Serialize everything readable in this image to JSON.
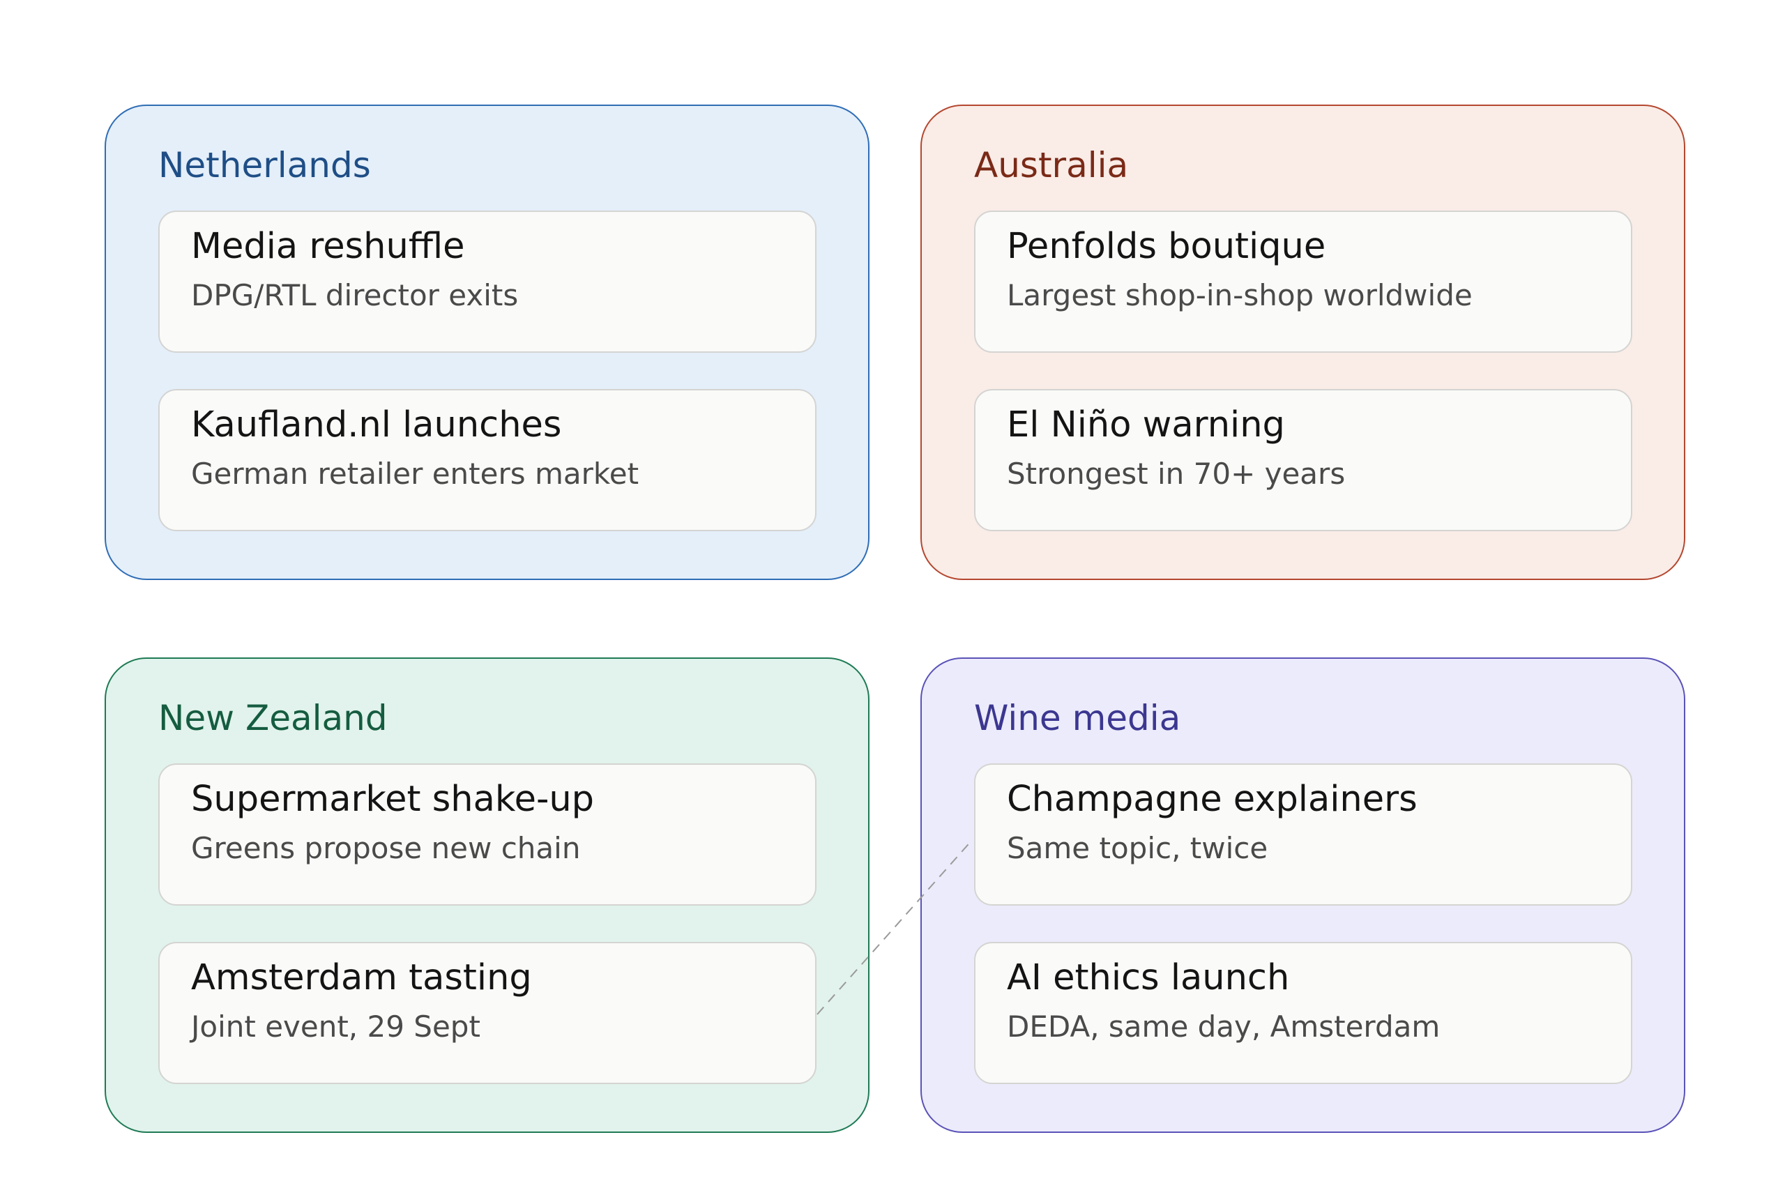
{
  "groups": [
    {
      "title": "Netherlands",
      "colors": {
        "background": "#e4effa",
        "border": "#2f6db5",
        "title": "#1f4e86"
      },
      "cards": [
        {
          "title": "Media reshuffle",
          "subtitle": "DPG/RTL director exits"
        },
        {
          "title": "Kaufland.nl launches",
          "subtitle": "German retailer enters market"
        }
      ]
    },
    {
      "title": "Australia",
      "colors": {
        "background": "#faece7",
        "border": "#b4472f",
        "title": "#7a2a17"
      },
      "cards": [
        {
          "title": "Penfolds boutique",
          "subtitle": "Largest shop-in-shop worldwide"
        },
        {
          "title": "El Niño warning",
          "subtitle": "Strongest in 70+ years"
        }
      ]
    },
    {
      "title": "New Zealand",
      "colors": {
        "background": "#e1f3ec",
        "border": "#1f7a55",
        "title": "#155c40"
      },
      "cards": [
        {
          "title": "Supermarket shake-up",
          "subtitle": "Greens propose new chain"
        },
        {
          "title": "Amsterdam tasting",
          "subtitle": "Joint event, 29 Sept"
        }
      ]
    },
    {
      "title": "Wine media",
      "colors": {
        "background": "#ecebfb",
        "border": "#5a52b8",
        "title": "#3b3790"
      },
      "cards": [
        {
          "title": "Champagne explainers",
          "subtitle": "Same topic, twice"
        },
        {
          "title": "AI ethics launch",
          "subtitle": "DEDA, same day, Amsterdam"
        }
      ]
    }
  ],
  "connector": {
    "from": "Amsterdam tasting",
    "to": "Champagne explainers",
    "style": "dashed",
    "color": "#9a9a9a"
  }
}
